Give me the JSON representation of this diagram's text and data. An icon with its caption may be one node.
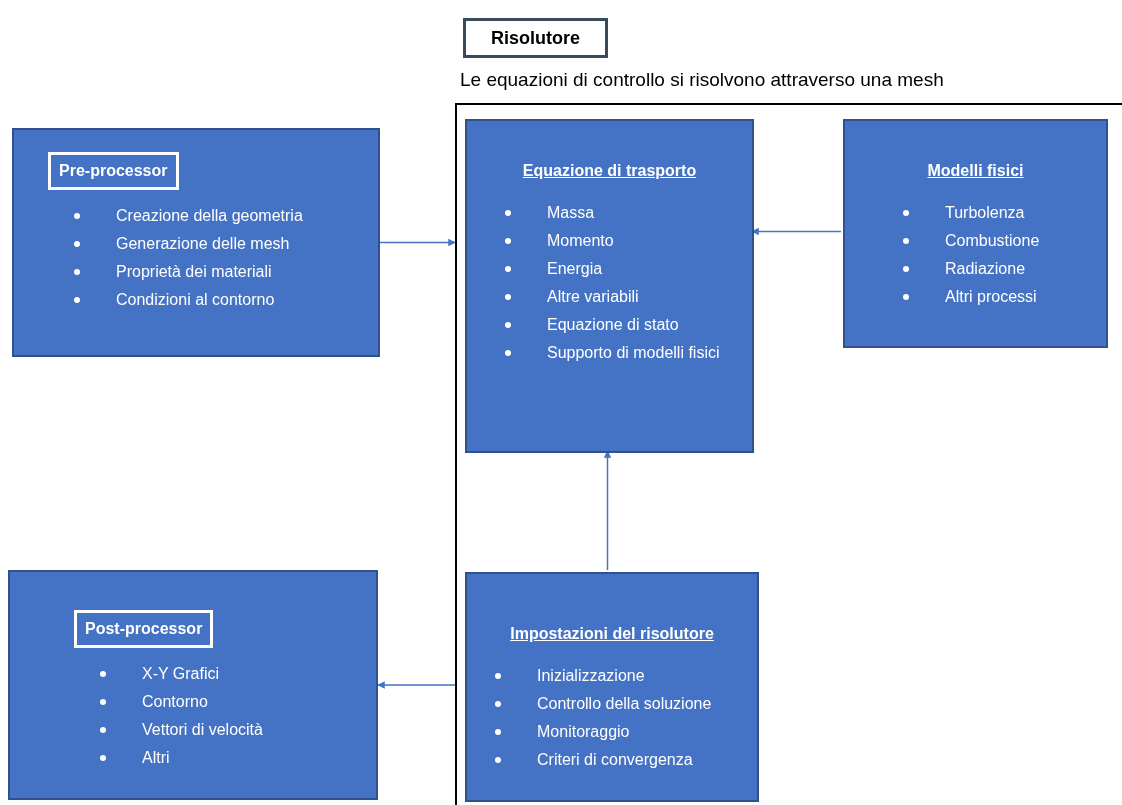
{
  "diagram": {
    "nodes": [
      {
        "text": [
          "Risolutore"
        ]
      },
      {
        "text": [
          "Pre-processor",
          "Creazione della geometria",
          "Generazione delle mesh",
          "Proprietà dei materiali",
          "Condizioni al contorno"
        ]
      },
      {
        "text": [],
        "shape": "box"
      },
      {
        "text": [
          "Equazione di trasporto",
          "Massa",
          "Momento",
          "Energia",
          "Altre variabili",
          "Equazione di stato",
          "Supporto di modelli fisici"
        ],
        "in": 2
      },
      {
        "text": [
          "Modelli fisici",
          "Turbolenza",
          "Combustione",
          "Radiazione",
          "Altri processi"
        ],
        "in": 2
      },
      {
        "text": [
          "Post-processor",
          "X-Y Grafici",
          "Contorno",
          "Vettori di velocità",
          "Altri"
        ]
      },
      {
        "text": [
          "Impostazioni del risolutore",
          "Inizializzazione",
          "Controllo della soluzione",
          "Monitoraggio",
          "Criteri di convergenza"
        ],
        "in": 2
      }
    ],
    "edges": [
      {
        "from": 1,
        "to": 2,
        "arrow": "to"
      },
      {
        "from": 4,
        "to": 3,
        "arrow": "to"
      },
      {
        "from": 6,
        "to": 3,
        "arrow": "to"
      },
      {
        "from": 2,
        "to": 5,
        "arrow": "to"
      }
    ],
    "labels": [
      "Le equazioni di controllo si risolvono attraverso una mesh"
    ]
  }
}
